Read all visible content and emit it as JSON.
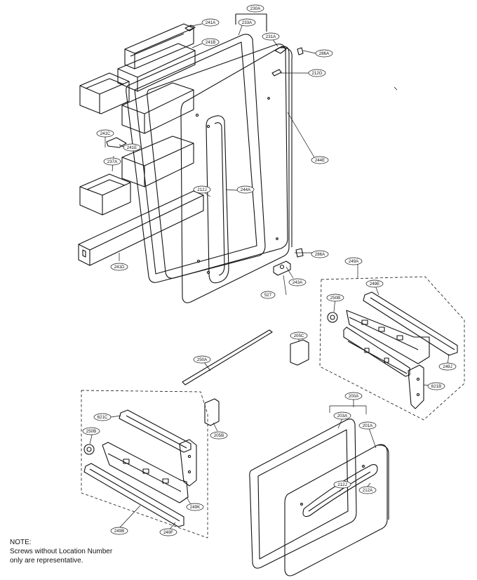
{
  "callouts": {
    "c230A": "230A",
    "c233A": "233A",
    "c241A": "241A",
    "c241B": "241B",
    "c231A": "231A",
    "c286A_top": "286A",
    "c212G": "212G",
    "c241C": "241C",
    "c241E": "241E",
    "c237A": "237A",
    "c244E": "244E",
    "c212J_top": "212J",
    "c244A": "244A",
    "c241D": "241D",
    "c286A_bottom": "286A",
    "c243A": "243A",
    "c527": "527",
    "c249A": "249A",
    "c249E": "249E",
    "c250B_right": "250B",
    "c205C": "205C",
    "c250A": "250A",
    "c249J": "249J",
    "c621B": "621B",
    "c621C": "621C",
    "c250B_left": "250B",
    "c205B": "205B",
    "c200A": "200A",
    "c203A": "203A",
    "c201A": "201A",
    "c212J_bottom": "212J",
    "c212A": "212A",
    "c249K": "249K",
    "c249B": "249B",
    "c249F": "249F"
  },
  "note": {
    "line1": "NOTE:",
    "line2": "Screws without Location Number",
    "line3": "only are representative."
  }
}
